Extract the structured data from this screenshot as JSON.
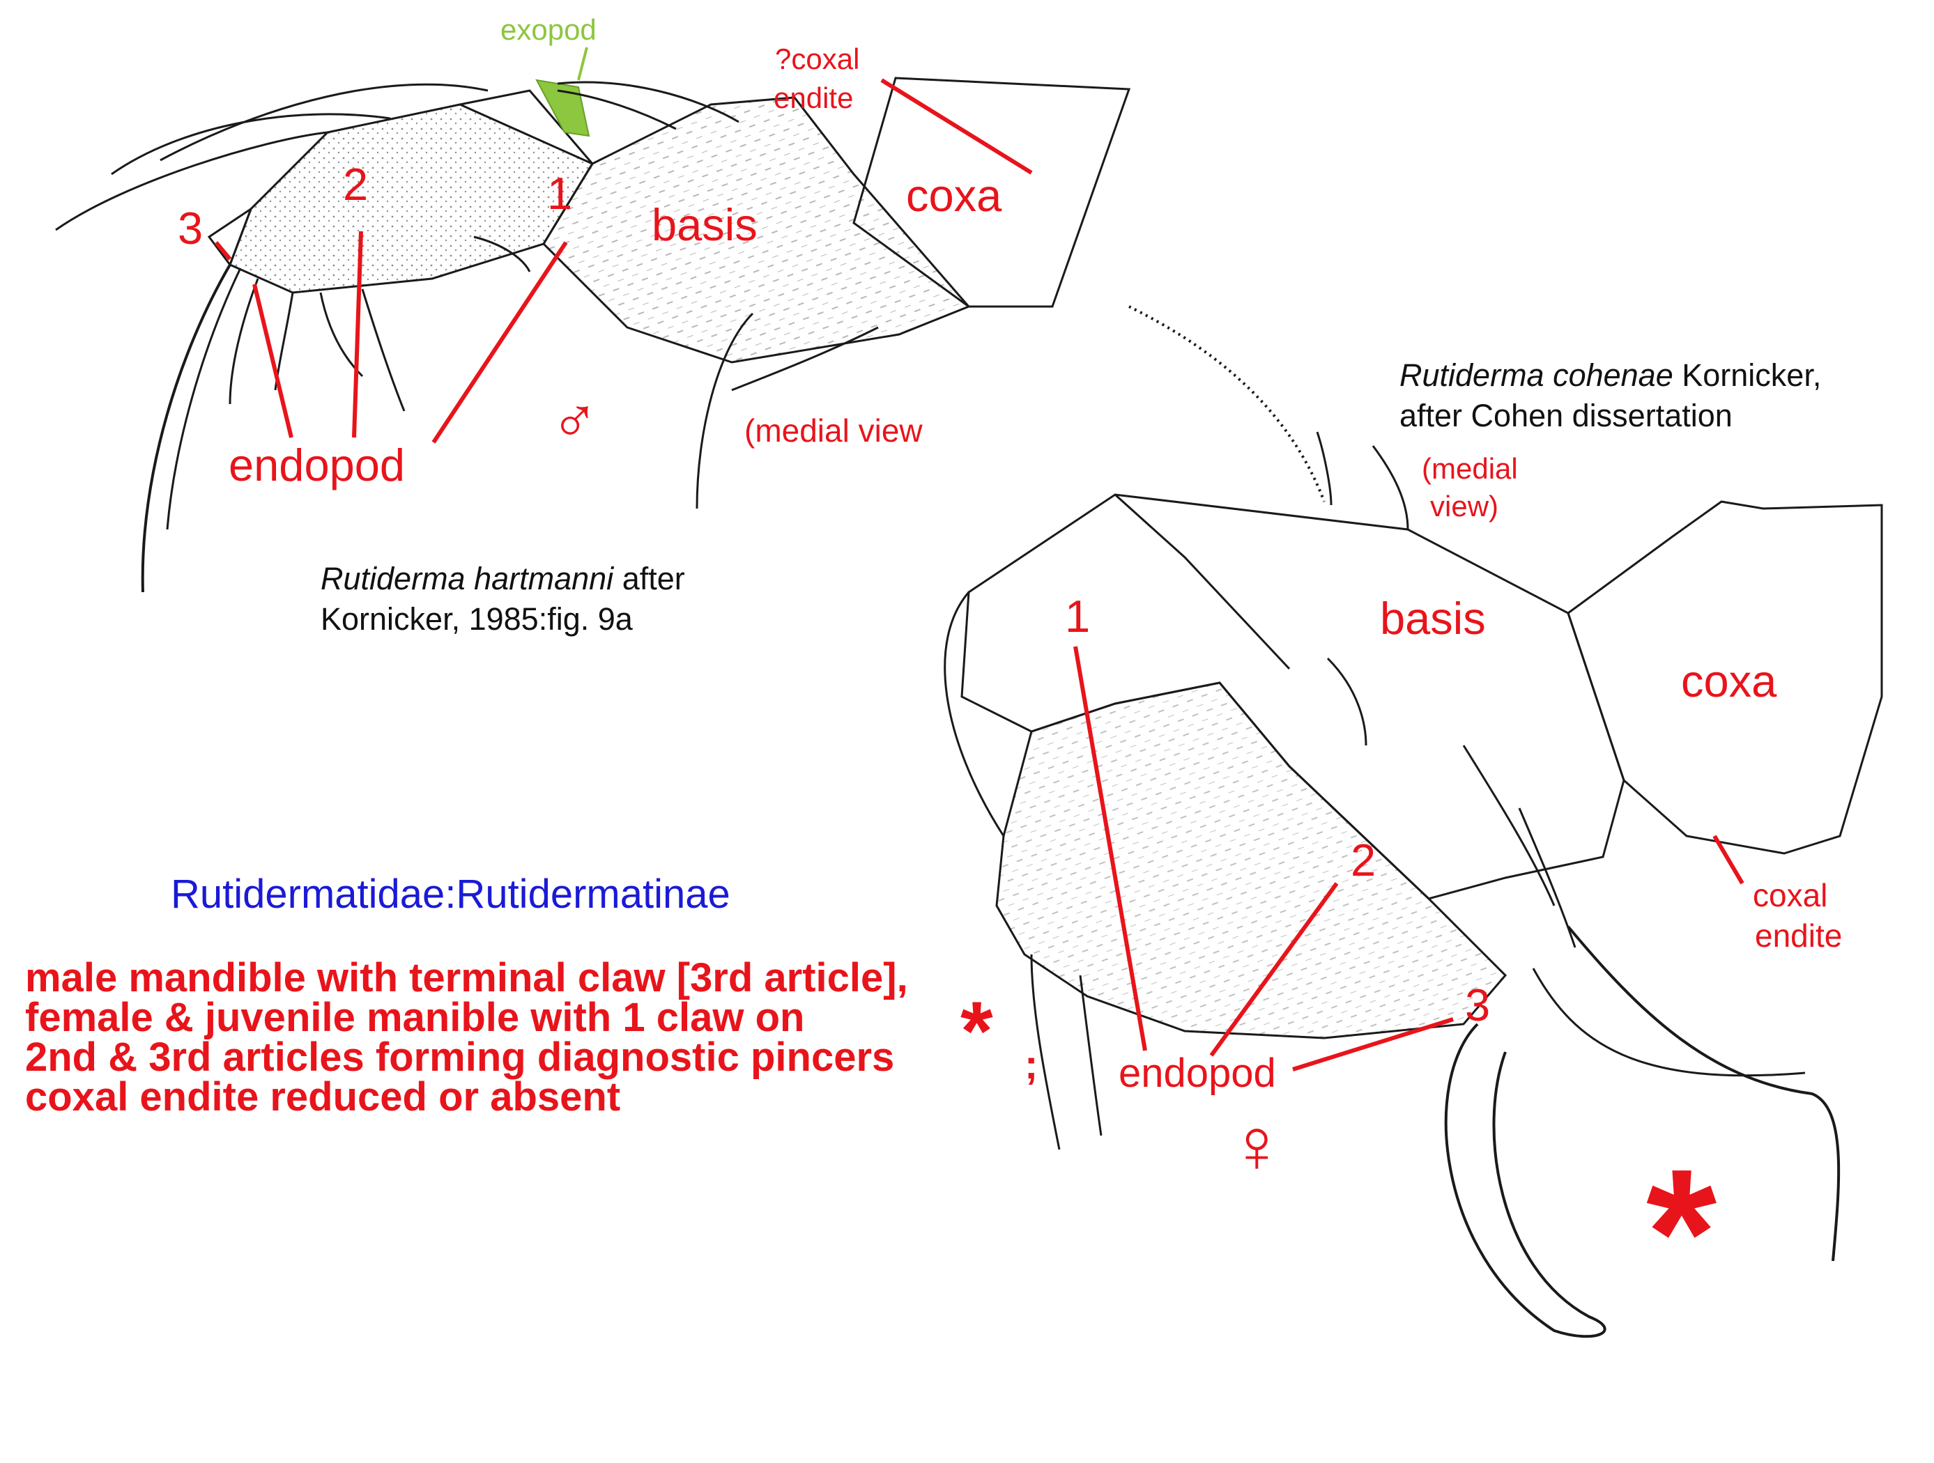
{
  "figure1": {
    "labels": {
      "exopod": "exopod",
      "coxal_endite_q_line1": "?coxal",
      "coxal_endite_q_line2": "endite",
      "coxa": "coxa",
      "basis": "basis",
      "art1": "1",
      "art2": "2",
      "art3": "3",
      "endopod": "endopod",
      "view": "(medial view"
    },
    "caption_species": "Rutiderma hartmanni",
    "caption_after": " after",
    "caption_line2": "Kornicker, 1985:fig. 9a"
  },
  "figure2": {
    "caption_species": "Rutiderma cohenae",
    "caption_author": " Kornicker,",
    "caption_line2": "after Cohen dissertation",
    "labels": {
      "view_line1": "(medial",
      "view_line2": "view)",
      "art1": "1",
      "basis": "basis",
      "coxa": "coxa",
      "art2": "2",
      "coxal_endite_line1": "coxal",
      "coxal_endite_line2": "endite",
      "art3": "3",
      "endopod": "endopod"
    }
  },
  "taxon": "Rutidermatidae:Rutidermatinae",
  "diagnosis": [
    "male mandible with terminal claw [3rd article],",
    "female & juvenile manible with 1 claw on",
    "2nd & 3rd articles forming diagnostic pincers",
    "coxal endite reduced or absent"
  ],
  "diagnosis_semicolon": ";",
  "marks": {
    "asterisk": "*",
    "male_symbol": "♂",
    "female_symbol": "♀"
  },
  "colors": {
    "label_red": "#e8141b",
    "exopod_green": "#8dc63f",
    "taxon_blue": "#1a1ad6",
    "line_art": "#1a1a1a"
  }
}
